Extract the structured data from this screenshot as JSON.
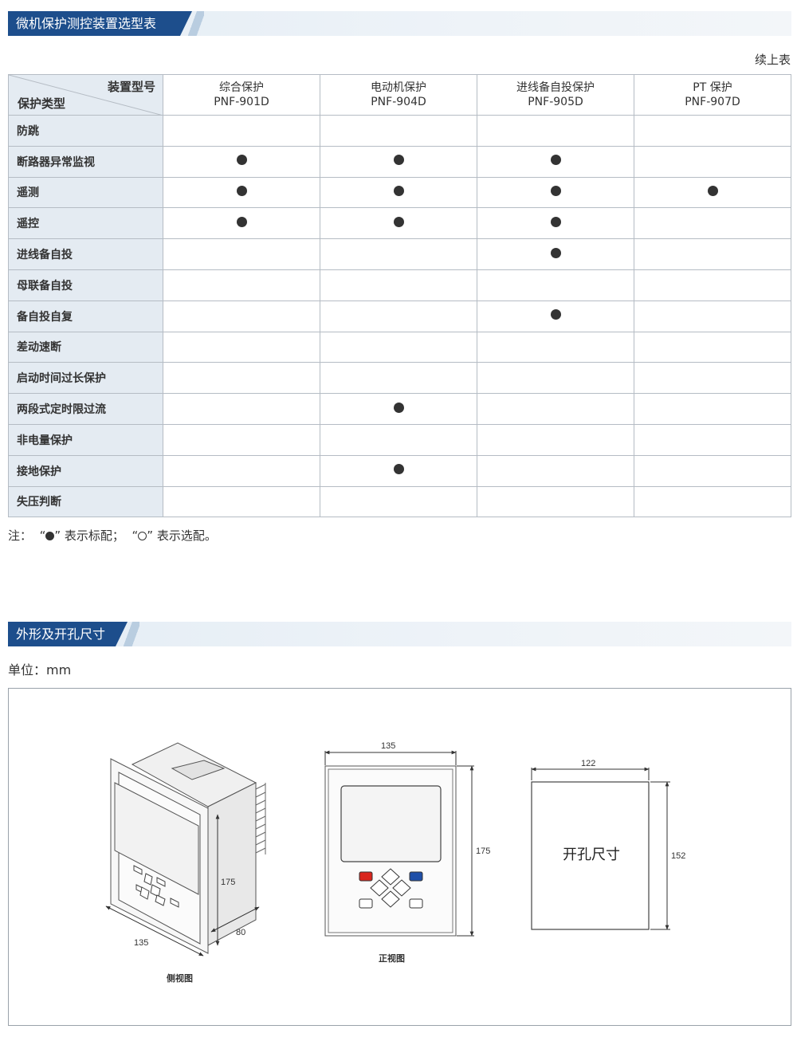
{
  "section1": {
    "title": "微机保护测控装置选型表",
    "continued_label": "续上表"
  },
  "table": {
    "corner_top": "装置型号",
    "corner_bottom": "保护类型",
    "columns": [
      {
        "name": "综合保护",
        "model": "PNF-901D"
      },
      {
        "name": "电动机保护",
        "model": "PNF-904D"
      },
      {
        "name": "进线备自投保护",
        "model": "PNF-905D"
      },
      {
        "name": "PT 保护",
        "model": "PNF-907D"
      }
    ],
    "rows": [
      {
        "label": "防跳",
        "marks": [
          false,
          false,
          false,
          false
        ]
      },
      {
        "label": "断路器异常监视",
        "marks": [
          true,
          true,
          true,
          false
        ]
      },
      {
        "label": "遥测",
        "marks": [
          true,
          true,
          true,
          true
        ]
      },
      {
        "label": "遥控",
        "marks": [
          true,
          true,
          true,
          false
        ]
      },
      {
        "label": "进线备自投",
        "marks": [
          false,
          false,
          true,
          false
        ]
      },
      {
        "label": "母联备自投",
        "marks": [
          false,
          false,
          false,
          false
        ]
      },
      {
        "label": "备自投自复",
        "marks": [
          false,
          false,
          true,
          false
        ]
      },
      {
        "label": "差动速断",
        "marks": [
          false,
          false,
          false,
          false
        ]
      },
      {
        "label": "启动时间过长保护",
        "marks": [
          false,
          false,
          false,
          false
        ]
      },
      {
        "label": "两段式定时限过流",
        "marks": [
          false,
          true,
          false,
          false
        ]
      },
      {
        "label": "非电量保护",
        "marks": [
          false,
          false,
          false,
          false
        ]
      },
      {
        "label": "接地保护",
        "marks": [
          false,
          true,
          false,
          false
        ]
      },
      {
        "label": "失压判断",
        "marks": [
          false,
          false,
          false,
          false
        ]
      }
    ]
  },
  "note": {
    "prefix": "注：",
    "q_open": "“",
    "q_close": "”",
    "standard": "表示标配；",
    "optional": "表示选配。"
  },
  "section2": {
    "title": "外形及开孔尺寸",
    "unit_label": "单位：mm"
  },
  "drawings": {
    "side": {
      "caption": "侧视图",
      "width": "135",
      "height": "175",
      "depth": "80"
    },
    "front": {
      "caption": "正视图",
      "width": "135",
      "height": "175"
    },
    "cutout": {
      "label": "开孔尺寸",
      "width": "122",
      "height": "152"
    }
  },
  "colors": {
    "banner": "#1d4e8c",
    "row_header_bg": "#e4ebf2",
    "key_red": "#d9251d",
    "key_blue": "#1f4fa8"
  }
}
